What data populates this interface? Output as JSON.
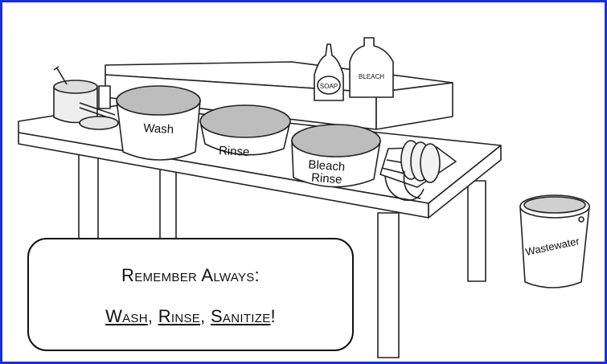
{
  "scene": {
    "bottles": {
      "soap": "SOAP",
      "bleach": "BLEACH"
    },
    "basins": {
      "wash": "Wash",
      "rinse": "Rinse",
      "bleach_line1": "Bleach",
      "bleach_line2": "Rinse"
    },
    "bucket": "Wastewater"
  },
  "callout": {
    "title": "Remember Always:",
    "steps": [
      "Wash",
      "Rinse",
      "Sanitize"
    ],
    "sep": ", ",
    "end": "!"
  },
  "colors": {
    "border": "#1a2ee0",
    "ink": "#111111"
  }
}
